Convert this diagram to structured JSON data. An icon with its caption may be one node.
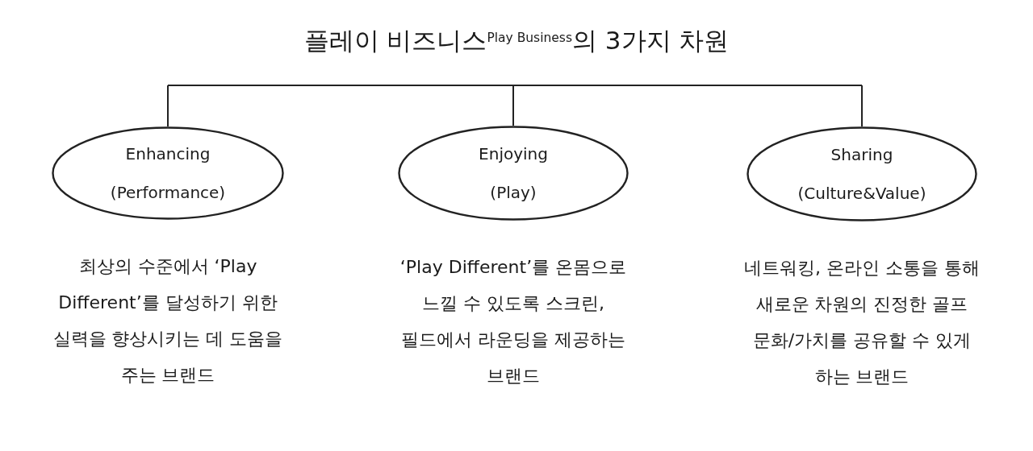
{
  "diagram": {
    "title": "플레이 비즈니스$^{Play Business}$의 3가지 차원",
    "nodes": [
      {
        "text": [
          "Enhancing",
          "(Performance)"
        ],
        "beside": [
          "최상의 수준에서 ‘Play Different’를 달성하기 위한 실력을 향상시키는 데 도움을 주는 브랜드"
        ]
      },
      {
        "text": [
          "Enjoying",
          "(Play)"
        ],
        "beside": [
          "‘Play Different’를 온몸으로 느낄 수 있도록 스크린, 필드에서 라운딩을 제공하는 브랜드"
        ]
      },
      {
        "text": [
          "Sharing",
          "(Culture&Value)"
        ],
        "beside": [
          "네트워킹, 온라인 소통을 통해 새로운 차원의 진정한 골프 문화/가치를 공유할 수 있게 하는 브랜드"
        ]
      }
    ]
  }
}
